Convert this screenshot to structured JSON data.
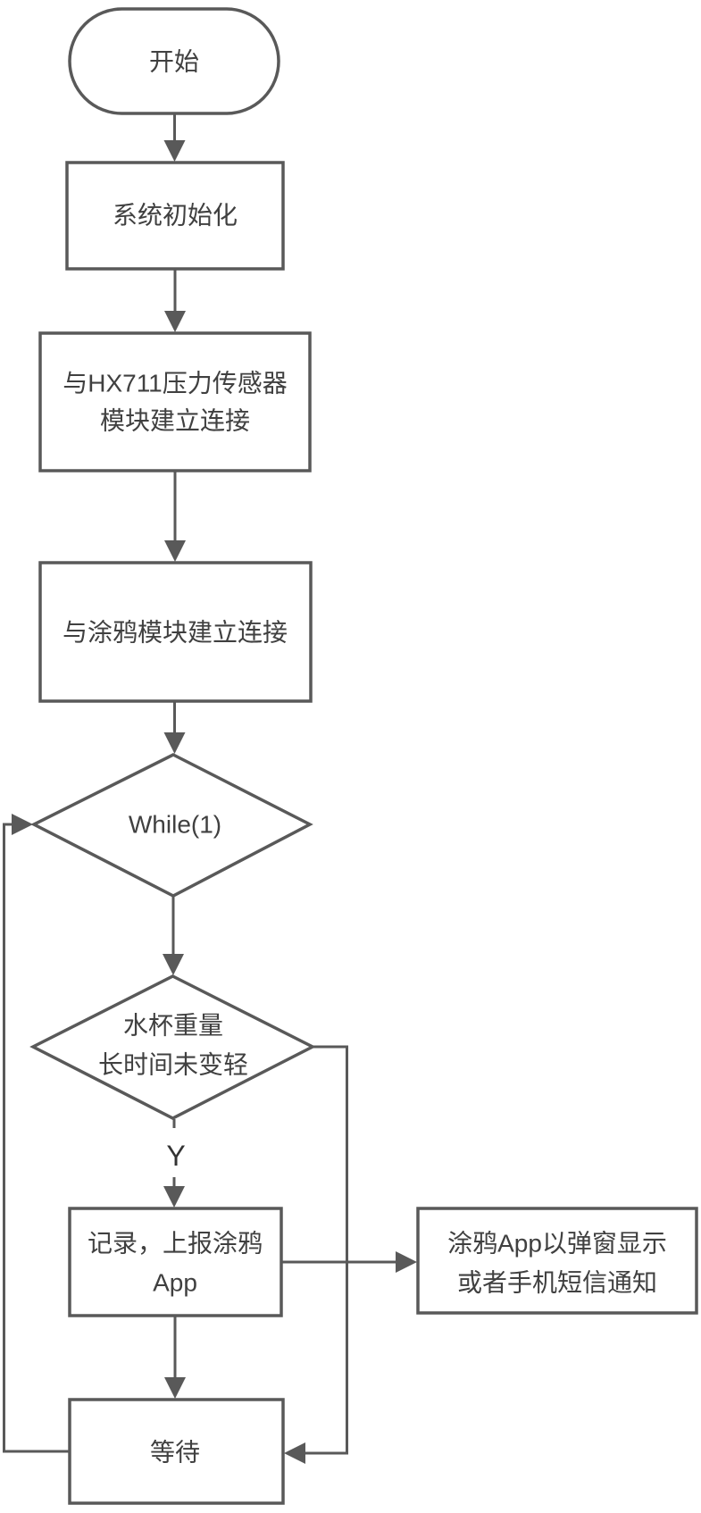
{
  "diagram": {
    "kind": "flowchart",
    "colors": {
      "stroke": "#595959",
      "text": "#404040",
      "background": "#ffffff"
    },
    "nodes": {
      "start": {
        "shape": "terminator",
        "label": "开始"
      },
      "init": {
        "shape": "process",
        "label": "系统初始化"
      },
      "hx711": {
        "shape": "process",
        "lines": [
          "与HX711压力传感器",
          "模块建立连接"
        ]
      },
      "tuya_connect": {
        "shape": "process",
        "label": "与涂鸦模块建立连接"
      },
      "while_loop": {
        "shape": "decision",
        "label": "While(1)"
      },
      "weight_check": {
        "shape": "decision",
        "lines": [
          "水杯重量",
          "长时间未变轻"
        ]
      },
      "report": {
        "shape": "process",
        "lines": [
          "记录，上报涂鸦",
          "App"
        ]
      },
      "notify": {
        "shape": "process",
        "lines": [
          "涂鸦App以弹窗显示",
          "或者手机短信通知"
        ]
      },
      "wait": {
        "shape": "process",
        "label": "等待"
      }
    },
    "edge_labels": {
      "yes": "Y"
    }
  }
}
